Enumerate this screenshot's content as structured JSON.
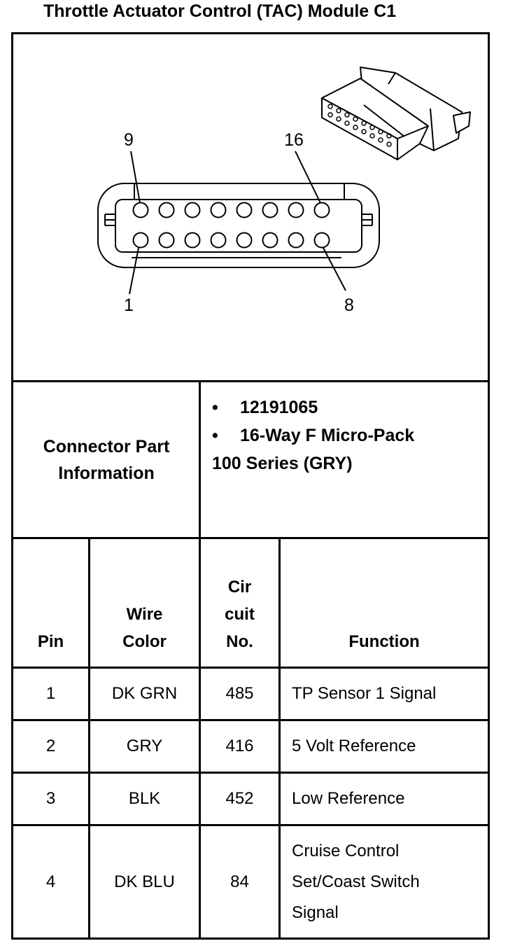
{
  "title": "Throttle Actuator Control (TAC) Module C1",
  "diagram": {
    "pin_labels": {
      "top_left": "9",
      "top_right": "16",
      "bottom_left": "1",
      "bottom_right": "8"
    }
  },
  "connector": {
    "label_line1": "Connector Part",
    "label_line2": "Information",
    "bullet": "•",
    "part_number": "12191065",
    "description_line1": "16-Way F Micro-Pack",
    "description_line2": "100 Series (GRY)"
  },
  "table": {
    "headers": {
      "pin": "Pin",
      "wire_line1": "Wire",
      "wire_line2": "Color",
      "circuit_line1": "Cir",
      "circuit_line2": "cuit",
      "circuit_line3": "No.",
      "function": "Function"
    },
    "rows": [
      {
        "pin": "1",
        "color": "DK GRN",
        "circuit": "485",
        "function": "TP Sensor 1 Signal"
      },
      {
        "pin": "2",
        "color": "GRY",
        "circuit": "416",
        "function": "5 Volt Reference"
      },
      {
        "pin": "3",
        "color": "BLK",
        "circuit": "452",
        "function": "Low Reference"
      },
      {
        "pin": "4",
        "color": "DK BLU",
        "circuit": "84",
        "function_line1": "Cruise Control",
        "function_line2": "Set/Coast Switch",
        "function_line3": "Signal"
      }
    ]
  }
}
